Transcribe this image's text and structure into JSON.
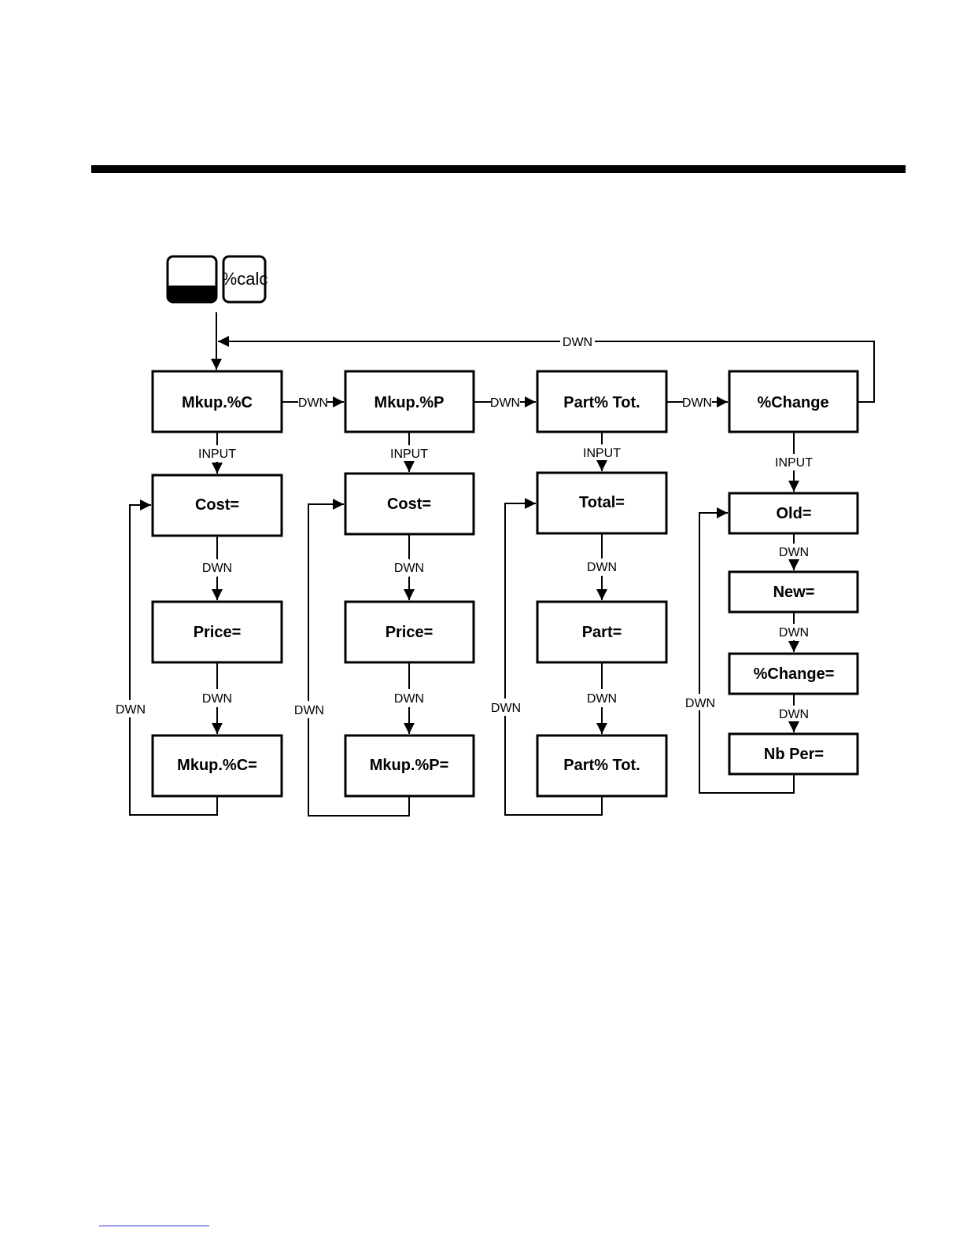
{
  "keys": [
    {
      "name": "shift-key",
      "label": ""
    },
    {
      "name": "pct-calc-key",
      "label": "%calc"
    }
  ],
  "menu": {
    "top_row": [
      "Mkup.%C",
      "Mkup.%P",
      "Part% Tot.",
      "%Change"
    ],
    "columns": [
      [
        "Cost=",
        "Price=",
        "Mkup.%C="
      ],
      [
        "Cost=",
        "Price=",
        "Mkup.%P="
      ],
      [
        "Total=",
        "Part=",
        "Part% Tot."
      ],
      [
        "Old=",
        "New=",
        "%Change=",
        "Nb  Per="
      ]
    ]
  },
  "flow_labels": {
    "down": "DWN",
    "input": "INPUT"
  },
  "colors": {
    "stroke": "#000000",
    "rule": "#000000",
    "footer_link": "#2b2bd6"
  }
}
